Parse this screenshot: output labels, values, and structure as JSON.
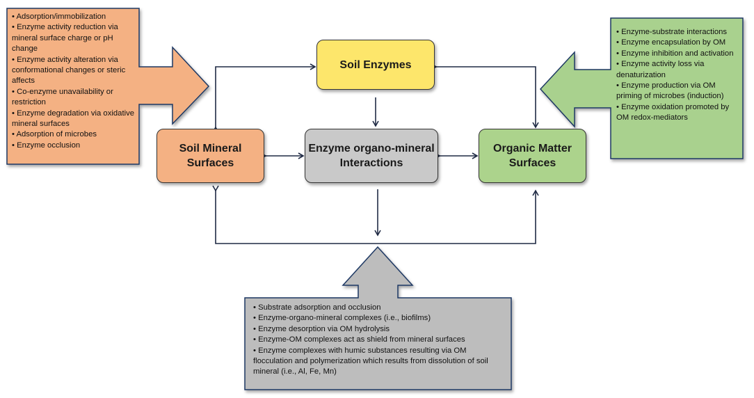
{
  "colors": {
    "mineral": "#f4b183",
    "enzyme": "#fde66b",
    "organo": "#c9c9c9",
    "organic": "#acd38c",
    "connector": "#1f2a44"
  },
  "nodes": {
    "soil_enzymes": "Soil Enzymes",
    "soil_mineral": [
      "Soil Mineral",
      "Surfaces"
    ],
    "organo_mineral": [
      "Enzyme organo-mineral",
      "Interactions"
    ],
    "organic_matter": [
      "Organic Matter",
      "Surfaces"
    ]
  },
  "callouts": {
    "mineral": [
      "• Adsorption/immobilization",
      "• Enzyme activity reduction via mineral surface charge or pH change",
      "• Enzyme activity alteration via conformational changes or steric affects",
      "• Co-enzyme unavailability or restriction",
      "• Enzyme degradation via oxidative mineral surfaces",
      "• Adsorption of microbes",
      "• Enzyme occlusion"
    ],
    "organic": [
      "• Enzyme-substrate interactions",
      "• Enzyme encapsulation by OM",
      "• Enzyme inhibition and activation",
      "• Enzyme activity loss via denaturization",
      "• Enzyme production via OM priming of microbes (induction)",
      "• Enzyme oxidation promoted by OM redox-mediators"
    ],
    "organo": [
      "• Substrate adsorption and occlusion",
      "• Enzyme-organo-mineral complexes (i.e., biofilms)",
      "• Enzyme desorption via OM hydrolysis",
      "• Enzyme-OM complexes act as shield from mineral surfaces",
      "• Enzyme complexes with humic substances resulting via OM flocculation and polymerization which results from dissolution of soil mineral (i.e., Al, Fe, Mn)"
    ]
  }
}
